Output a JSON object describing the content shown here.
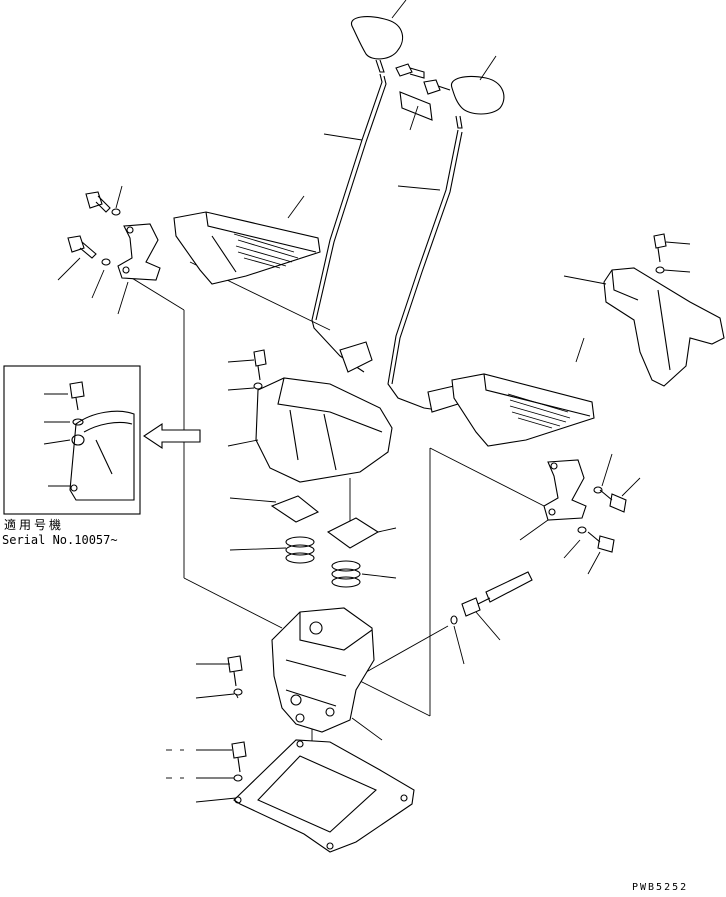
{
  "inset": {
    "caption_line1": "適用号機",
    "caption_line2": "Serial No.10057~"
  },
  "drawing_code": "PWB5252",
  "colors": {
    "line": "#000000",
    "background": "#ffffff"
  }
}
